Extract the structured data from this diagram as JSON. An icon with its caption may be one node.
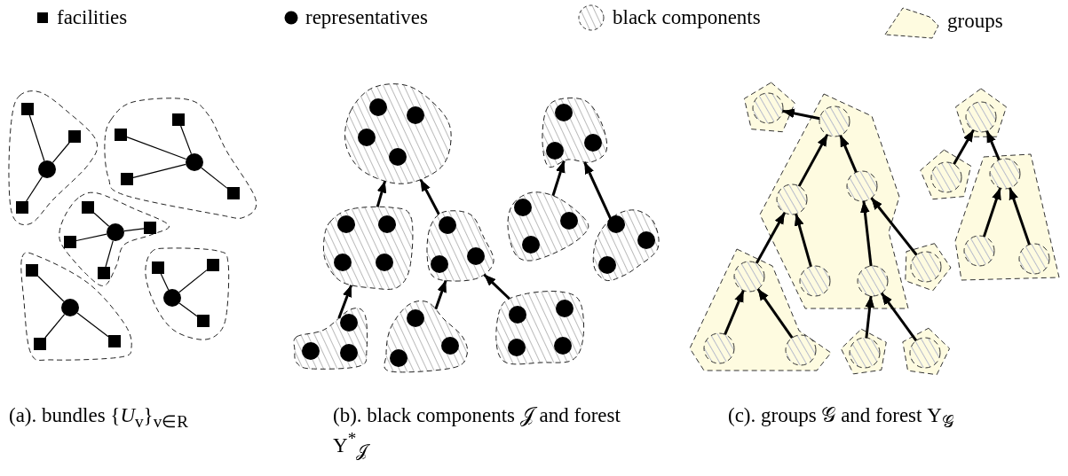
{
  "diagram": {
    "nodes": [
      {
        "text": [],
        "shape": "blob"
      },
      {
        "text": [],
        "shape": "circle",
        "in": 0
      },
      {
        "text": [],
        "shape": "box",
        "in": 0
      },
      {
        "text": [],
        "shape": "box",
        "in": 0
      },
      {
        "text": [],
        "shape": "box",
        "in": 0
      },
      {
        "text": [],
        "shape": "blob"
      },
      {
        "text": [],
        "shape": "circle",
        "in": 5
      },
      {
        "text": [],
        "shape": "box",
        "in": 5
      },
      {
        "text": [],
        "shape": "box",
        "in": 5
      },
      {
        "text": [],
        "shape": "box",
        "in": 5
      },
      {
        "text": [],
        "shape": "box",
        "in": 5
      },
      {
        "text": [],
        "shape": "blob"
      },
      {
        "text": [],
        "shape": "circle",
        "in": 11
      },
      {
        "text": [],
        "shape": "box",
        "in": 11
      },
      {
        "text": [],
        "shape": "box",
        "in": 11
      },
      {
        "text": [],
        "shape": "box",
        "in": 11
      },
      {
        "text": [],
        "shape": "box",
        "in": 11
      },
      {
        "text": [],
        "shape": "blob"
      },
      {
        "text": [],
        "shape": "circle",
        "in": 17
      },
      {
        "text": [],
        "shape": "box",
        "in": 17
      },
      {
        "text": [],
        "shape": "box",
        "in": 17
      },
      {
        "text": [],
        "shape": "box",
        "in": 17
      },
      {
        "text": [],
        "shape": "blob"
      },
      {
        "text": [],
        "shape": "circle",
        "in": 22
      },
      {
        "text": [],
        "shape": "box",
        "in": 22
      },
      {
        "text": [],
        "shape": "box",
        "in": 22
      },
      {
        "text": [],
        "shape": "box",
        "in": 22
      },
      {
        "text": [],
        "shape": "blob"
      },
      {
        "text": [],
        "shape": "circle",
        "in": 27
      },
      {
        "text": [],
        "shape": "circle",
        "in": 27
      },
      {
        "text": [],
        "shape": "circle",
        "in": 27
      },
      {
        "text": [],
        "shape": "circle",
        "in": 27
      },
      {
        "text": [],
        "shape": "blob"
      },
      {
        "text": [],
        "shape": "circle",
        "in": 32
      },
      {
        "text": [],
        "shape": "circle",
        "in": 32
      },
      {
        "text": [],
        "shape": "circle",
        "in": 32
      },
      {
        "text": [],
        "shape": "blob"
      },
      {
        "text": [],
        "shape": "circle",
        "in": 36
      },
      {
        "text": [],
        "shape": "circle",
        "in": 36
      },
      {
        "text": [],
        "shape": "circle",
        "in": 36
      },
      {
        "text": [],
        "shape": "circle",
        "in": 36
      },
      {
        "text": [],
        "shape": "blob"
      },
      {
        "text": [],
        "shape": "circle",
        "in": 41
      },
      {
        "text": [],
        "shape": "circle",
        "in": 41
      },
      {
        "text": [],
        "shape": "circle",
        "in": 41
      },
      {
        "text": [],
        "shape": "blob"
      },
      {
        "text": [],
        "shape": "circle",
        "in": 45
      },
      {
        "text": [],
        "shape": "circle",
        "in": 45
      },
      {
        "text": [],
        "shape": "circle",
        "in": 45
      },
      {
        "text": [],
        "shape": "blob"
      },
      {
        "text": [],
        "shape": "circle",
        "in": 49
      },
      {
        "text": [],
        "shape": "circle",
        "in": 49
      },
      {
        "text": [],
        "shape": "circle",
        "in": 49
      },
      {
        "text": [],
        "shape": "blob"
      },
      {
        "text": [],
        "shape": "circle",
        "in": 53
      },
      {
        "text": [],
        "shape": "circle",
        "in": 53
      },
      {
        "text": [],
        "shape": "circle",
        "in": 53
      },
      {
        "text": [],
        "shape": "blob"
      },
      {
        "text": [],
        "shape": "circle",
        "in": 57
      },
      {
        "text": [],
        "shape": "circle",
        "in": 57
      },
      {
        "text": [],
        "shape": "circle",
        "in": 57
      },
      {
        "text": [],
        "shape": "blob"
      },
      {
        "text": [],
        "shape": "circle",
        "in": 61
      },
      {
        "text": [],
        "shape": "circle",
        "in": 61
      },
      {
        "text": [],
        "shape": "circle",
        "in": 61
      },
      {
        "text": [],
        "shape": "circle",
        "in": 61
      },
      {
        "text": [],
        "shape": "pentagon"
      },
      {
        "text": [],
        "shape": "circle",
        "in": 66
      },
      {
        "text": [],
        "shape": "polygon"
      },
      {
        "text": [],
        "shape": "circle",
        "in": 68
      },
      {
        "text": [],
        "shape": "circle",
        "in": 68
      },
      {
        "text": [],
        "shape": "circle",
        "in": 68
      },
      {
        "text": [],
        "shape": "circle",
        "in": 68
      },
      {
        "text": [],
        "shape": "circle",
        "in": 68
      },
      {
        "text": [],
        "shape": "polygon"
      },
      {
        "text": [],
        "shape": "circle",
        "in": 74
      },
      {
        "text": [],
        "shape": "circle",
        "in": 74
      },
      {
        "text": [],
        "shape": "circle",
        "in": 74
      },
      {
        "text": [],
        "shape": "pentagon"
      },
      {
        "text": [],
        "shape": "circle",
        "in": 78
      },
      {
        "text": [],
        "shape": "pentagon"
      },
      {
        "text": [],
        "shape": "circle",
        "in": 80
      },
      {
        "text": [],
        "shape": "pentagon"
      },
      {
        "text": [],
        "shape": "circle",
        "in": 82
      },
      {
        "text": [],
        "shape": "pentagon"
      },
      {
        "text": [],
        "shape": "circle",
        "in": 84
      },
      {
        "text": [],
        "shape": "pentagon"
      },
      {
        "text": [],
        "shape": "circle",
        "in": 86
      },
      {
        "text": [],
        "shape": "polygon"
      },
      {
        "text": [],
        "shape": "circle",
        "in": 88
      },
      {
        "text": [],
        "shape": "circle",
        "in": 88
      },
      {
        "text": [],
        "shape": "circle",
        "in": 88
      }
    ],
    "edges": [
      {
        "from": 1,
        "to": 2,
        "arrow": "none"
      },
      {
        "from": 1,
        "to": 3,
        "arrow": "none"
      },
      {
        "from": 1,
        "to": 4,
        "arrow": "none"
      },
      {
        "from": 6,
        "to": 7,
        "arrow": "none"
      },
      {
        "from": 6,
        "to": 8,
        "arrow": "none"
      },
      {
        "from": 6,
        "to": 9,
        "arrow": "none"
      },
      {
        "from": 6,
        "to": 10,
        "arrow": "none"
      },
      {
        "from": 12,
        "to": 13,
        "arrow": "none"
      },
      {
        "from": 12,
        "to": 14,
        "arrow": "none"
      },
      {
        "from": 12,
        "to": 15,
        "arrow": "none"
      },
      {
        "from": 12,
        "to": 16,
        "arrow": "none"
      },
      {
        "from": 18,
        "to": 19,
        "arrow": "none"
      },
      {
        "from": 18,
        "to": 20,
        "arrow": "none"
      },
      {
        "from": 18,
        "to": 21,
        "arrow": "none"
      },
      {
        "from": 23,
        "to": 24,
        "arrow": "none"
      },
      {
        "from": 23,
        "to": 25,
        "arrow": "none"
      },
      {
        "from": 23,
        "to": 26,
        "arrow": "none"
      },
      {
        "from": 36,
        "to": 27,
        "arrow": "to"
      },
      {
        "from": 41,
        "to": 27,
        "arrow": "to"
      },
      {
        "from": 45,
        "to": 32,
        "arrow": "to"
      },
      {
        "from": 49,
        "to": 32,
        "arrow": "to"
      },
      {
        "from": 53,
        "to": 36,
        "arrow": "to"
      },
      {
        "from": 57,
        "to": 41,
        "arrow": "to"
      },
      {
        "from": 61,
        "to": 41,
        "arrow": "to"
      },
      {
        "from": 69,
        "to": 67,
        "arrow": "to"
      },
      {
        "from": 70,
        "to": 69,
        "arrow": "to"
      },
      {
        "from": 71,
        "to": 69,
        "arrow": "to"
      },
      {
        "from": 75,
        "to": 70,
        "arrow": "to"
      },
      {
        "from": 72,
        "to": 70,
        "arrow": "to"
      },
      {
        "from": 73,
        "to": 71,
        "arrow": "to"
      },
      {
        "from": 81,
        "to": 71,
        "arrow": "to"
      },
      {
        "from": 76,
        "to": 75,
        "arrow": "to"
      },
      {
        "from": 77,
        "to": 75,
        "arrow": "to"
      },
      {
        "from": 79,
        "to": 73,
        "arrow": "to"
      },
      {
        "from": 83,
        "to": 73,
        "arrow": "to"
      },
      {
        "from": 87,
        "to": 85,
        "arrow": "to"
      },
      {
        "from": 89,
        "to": 85,
        "arrow": "to"
      },
      {
        "from": 90,
        "to": 89,
        "arrow": "to"
      },
      {
        "from": 91,
        "to": 89,
        "arrow": "to"
      }
    ],
    "labels": [
      "(a). bundles {*U*$_{v}$}$_{v∈R}$",
      "(b). black components 𝒥 and forest Υ$^{*}$$_{𝒥}$",
      "(c). groups 𝒢 and forest Υ$_{𝒢}$"
    ],
    "legend": [
      {
        "text": "facilities"
      },
      {
        "text": "representatives"
      },
      {
        "text": "black components"
      },
      {
        "text": "groups"
      }
    ]
  }
}
